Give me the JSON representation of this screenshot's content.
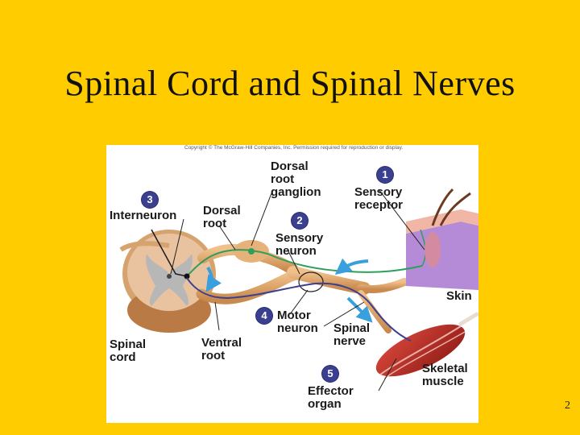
{
  "slide": {
    "title": "Spinal Cord and Spinal Nerves",
    "page_number": "2"
  },
  "figure": {
    "copyright": "Copyright © The McGraw-Hill Companies, Inc. Permission required for reproduction or display.",
    "steps": [
      {
        "number": "1",
        "label": "Sensory\nreceptor"
      },
      {
        "number": "2",
        "label": "Sensory\nneuron"
      },
      {
        "number": "3",
        "label": "Interneuron"
      },
      {
        "number": "4",
        "label": "Motor\nneuron"
      },
      {
        "number": "5",
        "label": "Effector\norgan"
      }
    ],
    "labels": {
      "dorsal_root_ganglion": "Dorsal\nroot\nganglion",
      "dorsal_root": "Dorsal\nroot",
      "spinal_cord": "Spinal\ncord",
      "ventral_root": "Ventral\nroot",
      "spinal_nerve": "Spinal\nnerve",
      "skin": "Skin",
      "skeletal_muscle": "Skeletal\nmuscle"
    },
    "colors": {
      "sensory_neuron": "#2e9e5b",
      "motor_neuron": "#3b3f8f",
      "badge": "#3b3f8f",
      "arrow": "#3aa0dd",
      "nerve": "#d9a06a",
      "skin_purple": "#b58ad6",
      "muscle_red": "#b3261e"
    }
  }
}
